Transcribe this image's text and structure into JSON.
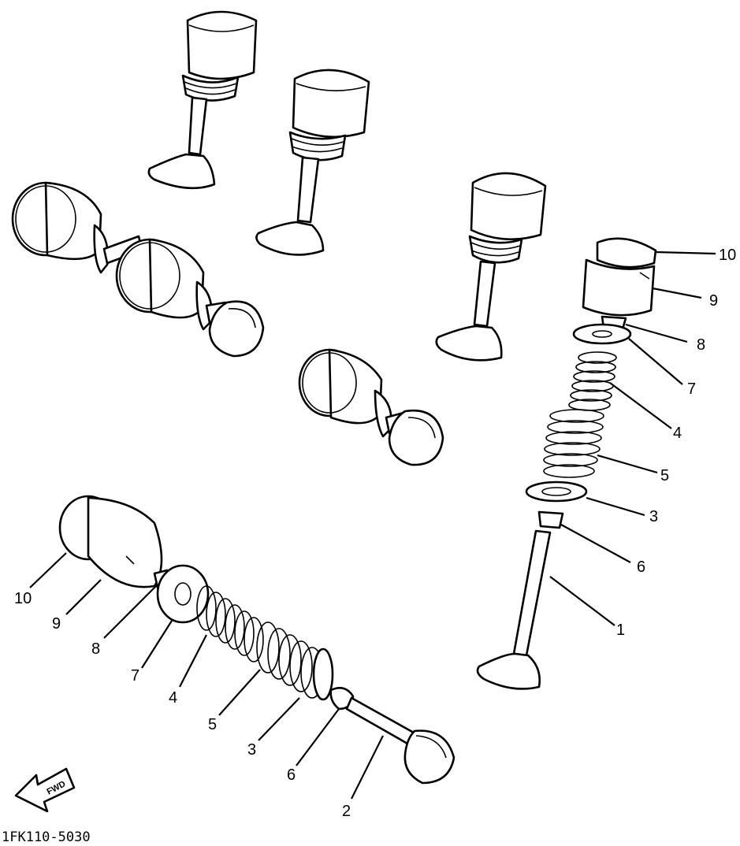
{
  "diagram": {
    "part_code": "1FK110-5030",
    "fwd_label": "FWD",
    "callouts_right": [
      "10",
      "9",
      "8",
      "7",
      "4",
      "5",
      "3",
      "6",
      "1"
    ],
    "callouts_left": [
      "10",
      "9",
      "8",
      "7",
      "4",
      "5",
      "3",
      "6",
      "2"
    ]
  }
}
